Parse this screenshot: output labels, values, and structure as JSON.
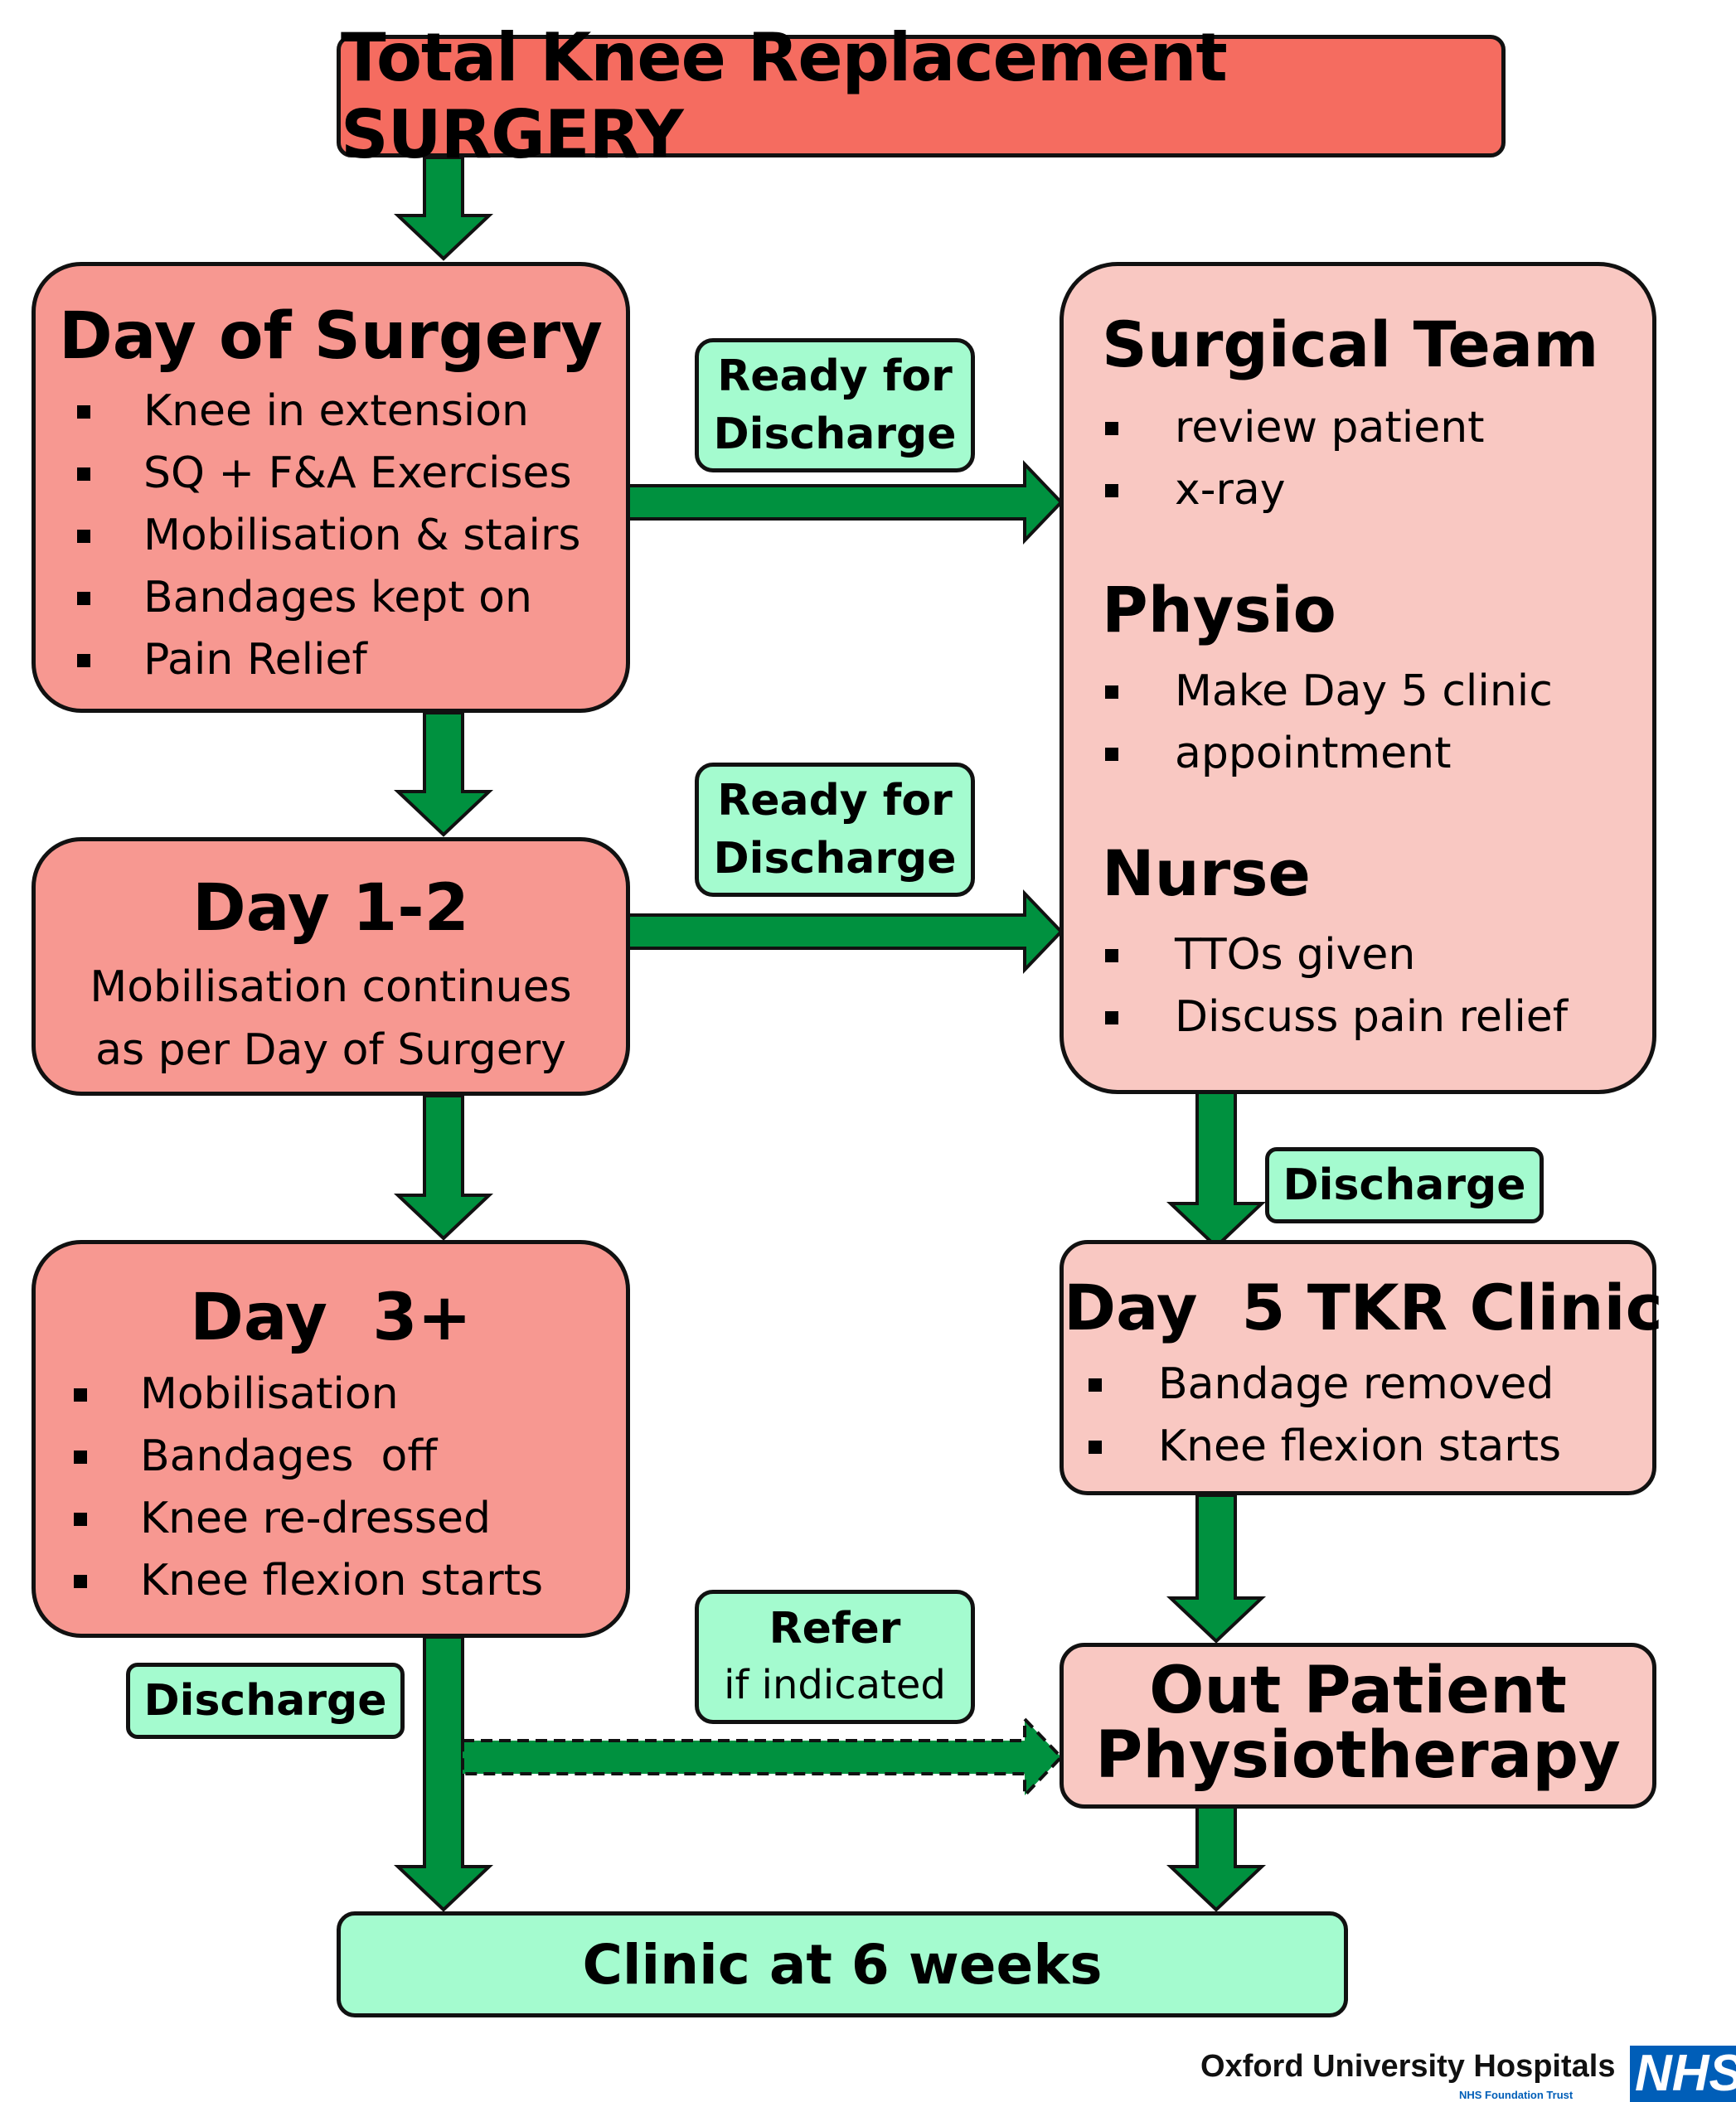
{
  "title": "Total Knee Replacement SURGERY",
  "day_of_surgery": {
    "heading": "Day of Surgery",
    "items": [
      "Knee in extension",
      "SQ + F&A Exercises",
      "Mobilisation & stairs",
      "Bandages kept on",
      "Pain Relief"
    ]
  },
  "day_1_2": {
    "heading": "Day 1-2",
    "line1": "Mobilisation continues",
    "line2": "as per Day of Surgery"
  },
  "day_3": {
    "heading": "Day  3+",
    "items": [
      "Mobilisation",
      "Bandages  off",
      "Knee re-dressed",
      "Knee flexion starts"
    ]
  },
  "right_panel": {
    "surgical_team": {
      "heading": "Surgical Team",
      "items": [
        "review patient",
        "x-ray"
      ]
    },
    "physio": {
      "heading": "Physio",
      "item_line1": "Make Day 5 clinic",
      "item_line2": "appointment"
    },
    "nurse": {
      "heading": "Nurse",
      "items": [
        "TTOs given",
        "Discuss pain relief"
      ]
    }
  },
  "day5_clinic": {
    "heading": "Day  5 TKR Clinic",
    "items": [
      "Bandage removed",
      "Knee flexion starts"
    ]
  },
  "outpatient": {
    "line1": "Out Patient",
    "line2": "Physiotherapy"
  },
  "clinic_6_weeks": "Clinic at 6 weeks",
  "labels": {
    "ready1_line1": "Ready for",
    "ready1_line2": "Discharge",
    "ready2_line1": "Ready for",
    "ready2_line2": "Discharge",
    "discharge_right": "Discharge",
    "discharge_left": "Discharge",
    "refer_line1": "Refer",
    "refer_line2": "if indicated"
  },
  "footer": {
    "org": "Oxford University Hospitals",
    "nhs": "NHS",
    "trust": "NHS Foundation Trust"
  },
  "colors": {
    "title_fill": "#f56c60",
    "stage_fill": "#f79891",
    "right_fill": "#f9c8c2",
    "label_fill": "#a4fbcf",
    "arrow": "#00913f",
    "nhs_blue": "#005eb8"
  }
}
